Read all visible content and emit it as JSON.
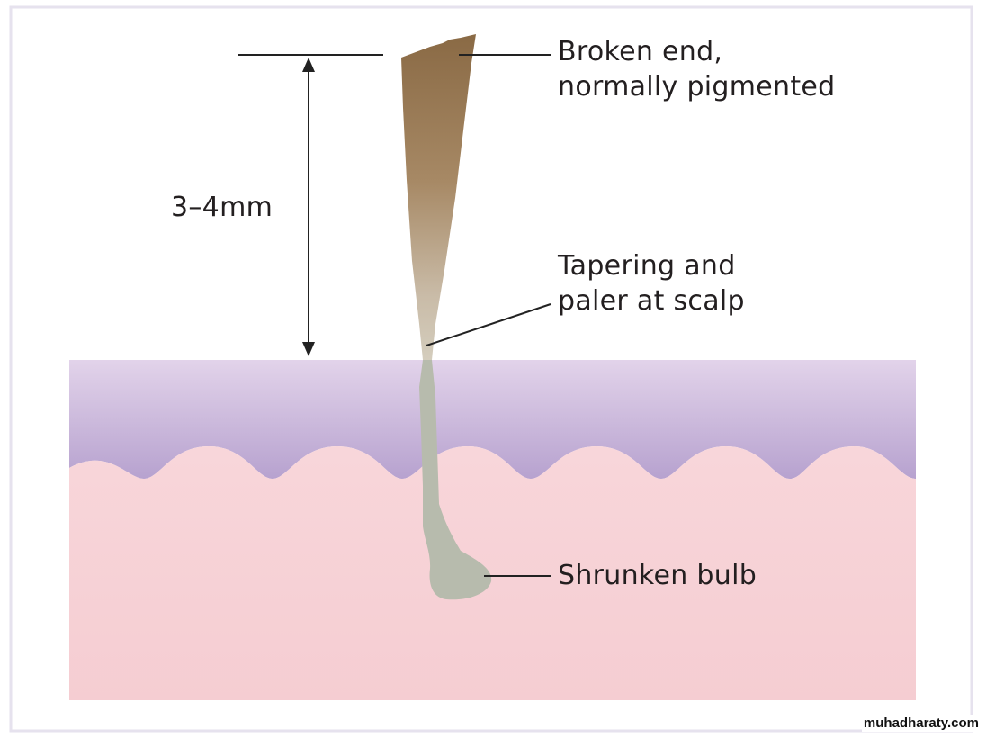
{
  "labels": {
    "broken_end": [
      "Broken end,",
      "normally pigmented"
    ],
    "tapering": [
      "Tapering and",
      "paler at scalp"
    ],
    "shrunken_bulb": "Shrunken bulb",
    "measurement": "3–4mm"
  },
  "watermark": "muhadharaty.com",
  "colors": {
    "frame": "#e6e2ee",
    "epidermis_top": "#e2d3ea",
    "epidermis_bottom": "#b7a2cf",
    "dermis": "#f7d2d6",
    "hair_tip": "#8a6a45",
    "hair_mid": "#c4b4a0",
    "hair_root": "#b9bcae",
    "lines": "#222222"
  }
}
